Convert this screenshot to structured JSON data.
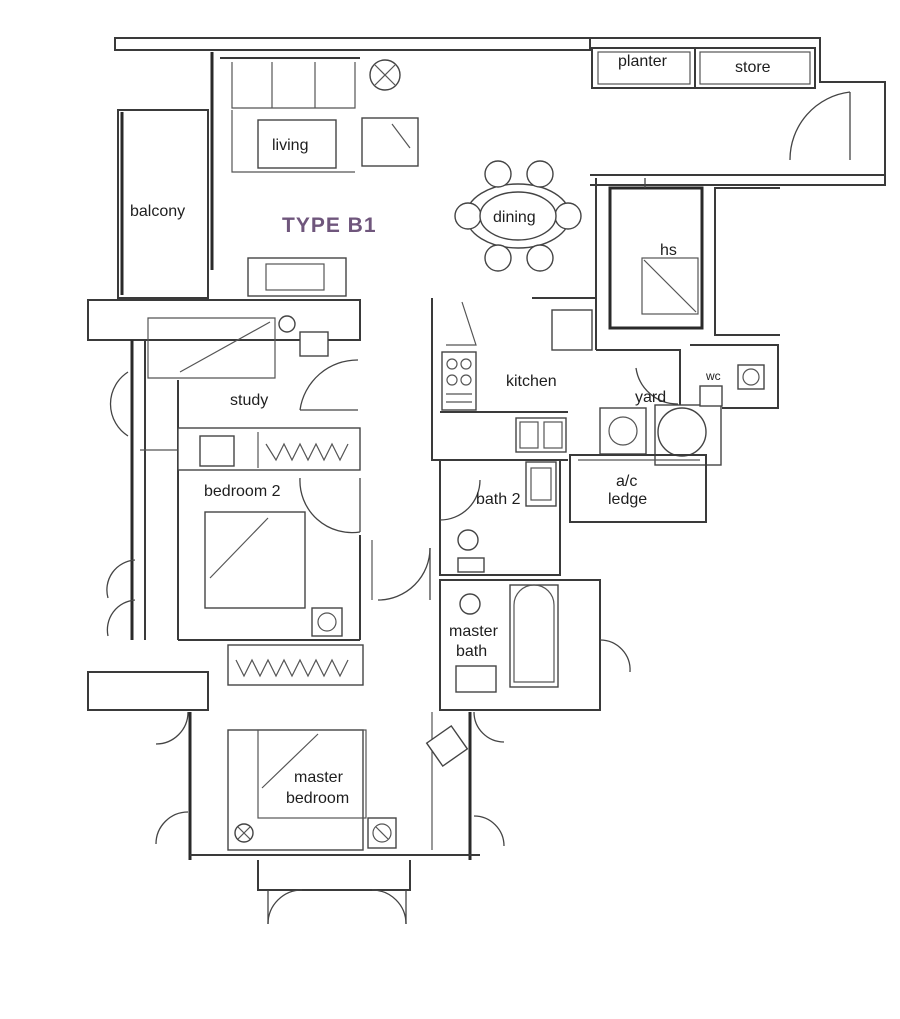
{
  "plan": {
    "title": "TYPE B1",
    "rooms": {
      "planter": "planter",
      "store": "store",
      "living": "living",
      "balcony": "balcony",
      "dining": "dining",
      "hs": "hs",
      "kitchen": "kitchen",
      "study": "study",
      "wc": "wc",
      "yard": "yard",
      "bedroom2": "bedroom 2",
      "bath2": "bath 2",
      "ac_ledge_line1": "a/c",
      "ac_ledge_line2": "ledge",
      "master_bath_line1": "master",
      "master_bath_line2": "bath",
      "master_bedroom_line1": "master",
      "master_bedroom_line2": "bedroom"
    },
    "colors": {
      "title": "#6f567c",
      "line": "#3a3a3a",
      "background": "#ffffff"
    }
  }
}
